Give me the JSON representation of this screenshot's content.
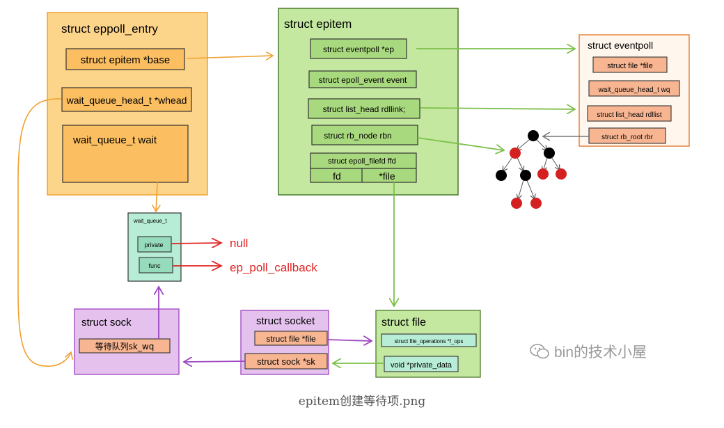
{
  "entry": {
    "title": "struct eppoll_entry",
    "base": "struct epitem *base",
    "whead": "wait_queue_head_t *whead",
    "wait": "wait_queue_t wait"
  },
  "epitem": {
    "title": "struct epitem",
    "ep": "struct eventpoll *ep",
    "event": "struct epoll_event event",
    "rdllink": "struct list_head rdllink;",
    "rbn": "struct rb_node rbn",
    "ffd": "struct epoll_filefd ffd",
    "fd": "fd",
    "file": "*file"
  },
  "eventpoll": {
    "title": "struct eventpoll",
    "file": "struct file *file",
    "wq": "wait_queue_head_t wq",
    "rdllist": "struct list_head rdllist",
    "rbr": "struct rb_root rbr"
  },
  "waitq": {
    "title": "wait_queue_t",
    "private": "private",
    "func": "func",
    "null_label": "null",
    "callback_label": "ep_poll_callback"
  },
  "sock": {
    "title": "struct sock",
    "wq": "等待队列sk_wq"
  },
  "socket": {
    "title": "struct socket",
    "file": "struct file *file",
    "sk": "struct sock *sk"
  },
  "file": {
    "title": "struct file",
    "fops": "struct file_operations *f_ops",
    "private_data": "void *private_data"
  },
  "watermark": "bin的技术小屋",
  "caption": "epitem创建等待项.png",
  "colors": {
    "orange_fill": "#fdd58a",
    "orange_stroke": "#f0a030",
    "green_fill": "#c4e8a0",
    "green_stroke": "#4a7a2a",
    "green_arrow": "#7cbf4a",
    "teal_fill": "#b7ecd6",
    "purple_fill": "#e5c2ee",
    "purple_stroke": "#9c44c0",
    "salmon_fill": "#f7b592",
    "red": "#e02424",
    "gray": "#888888"
  }
}
